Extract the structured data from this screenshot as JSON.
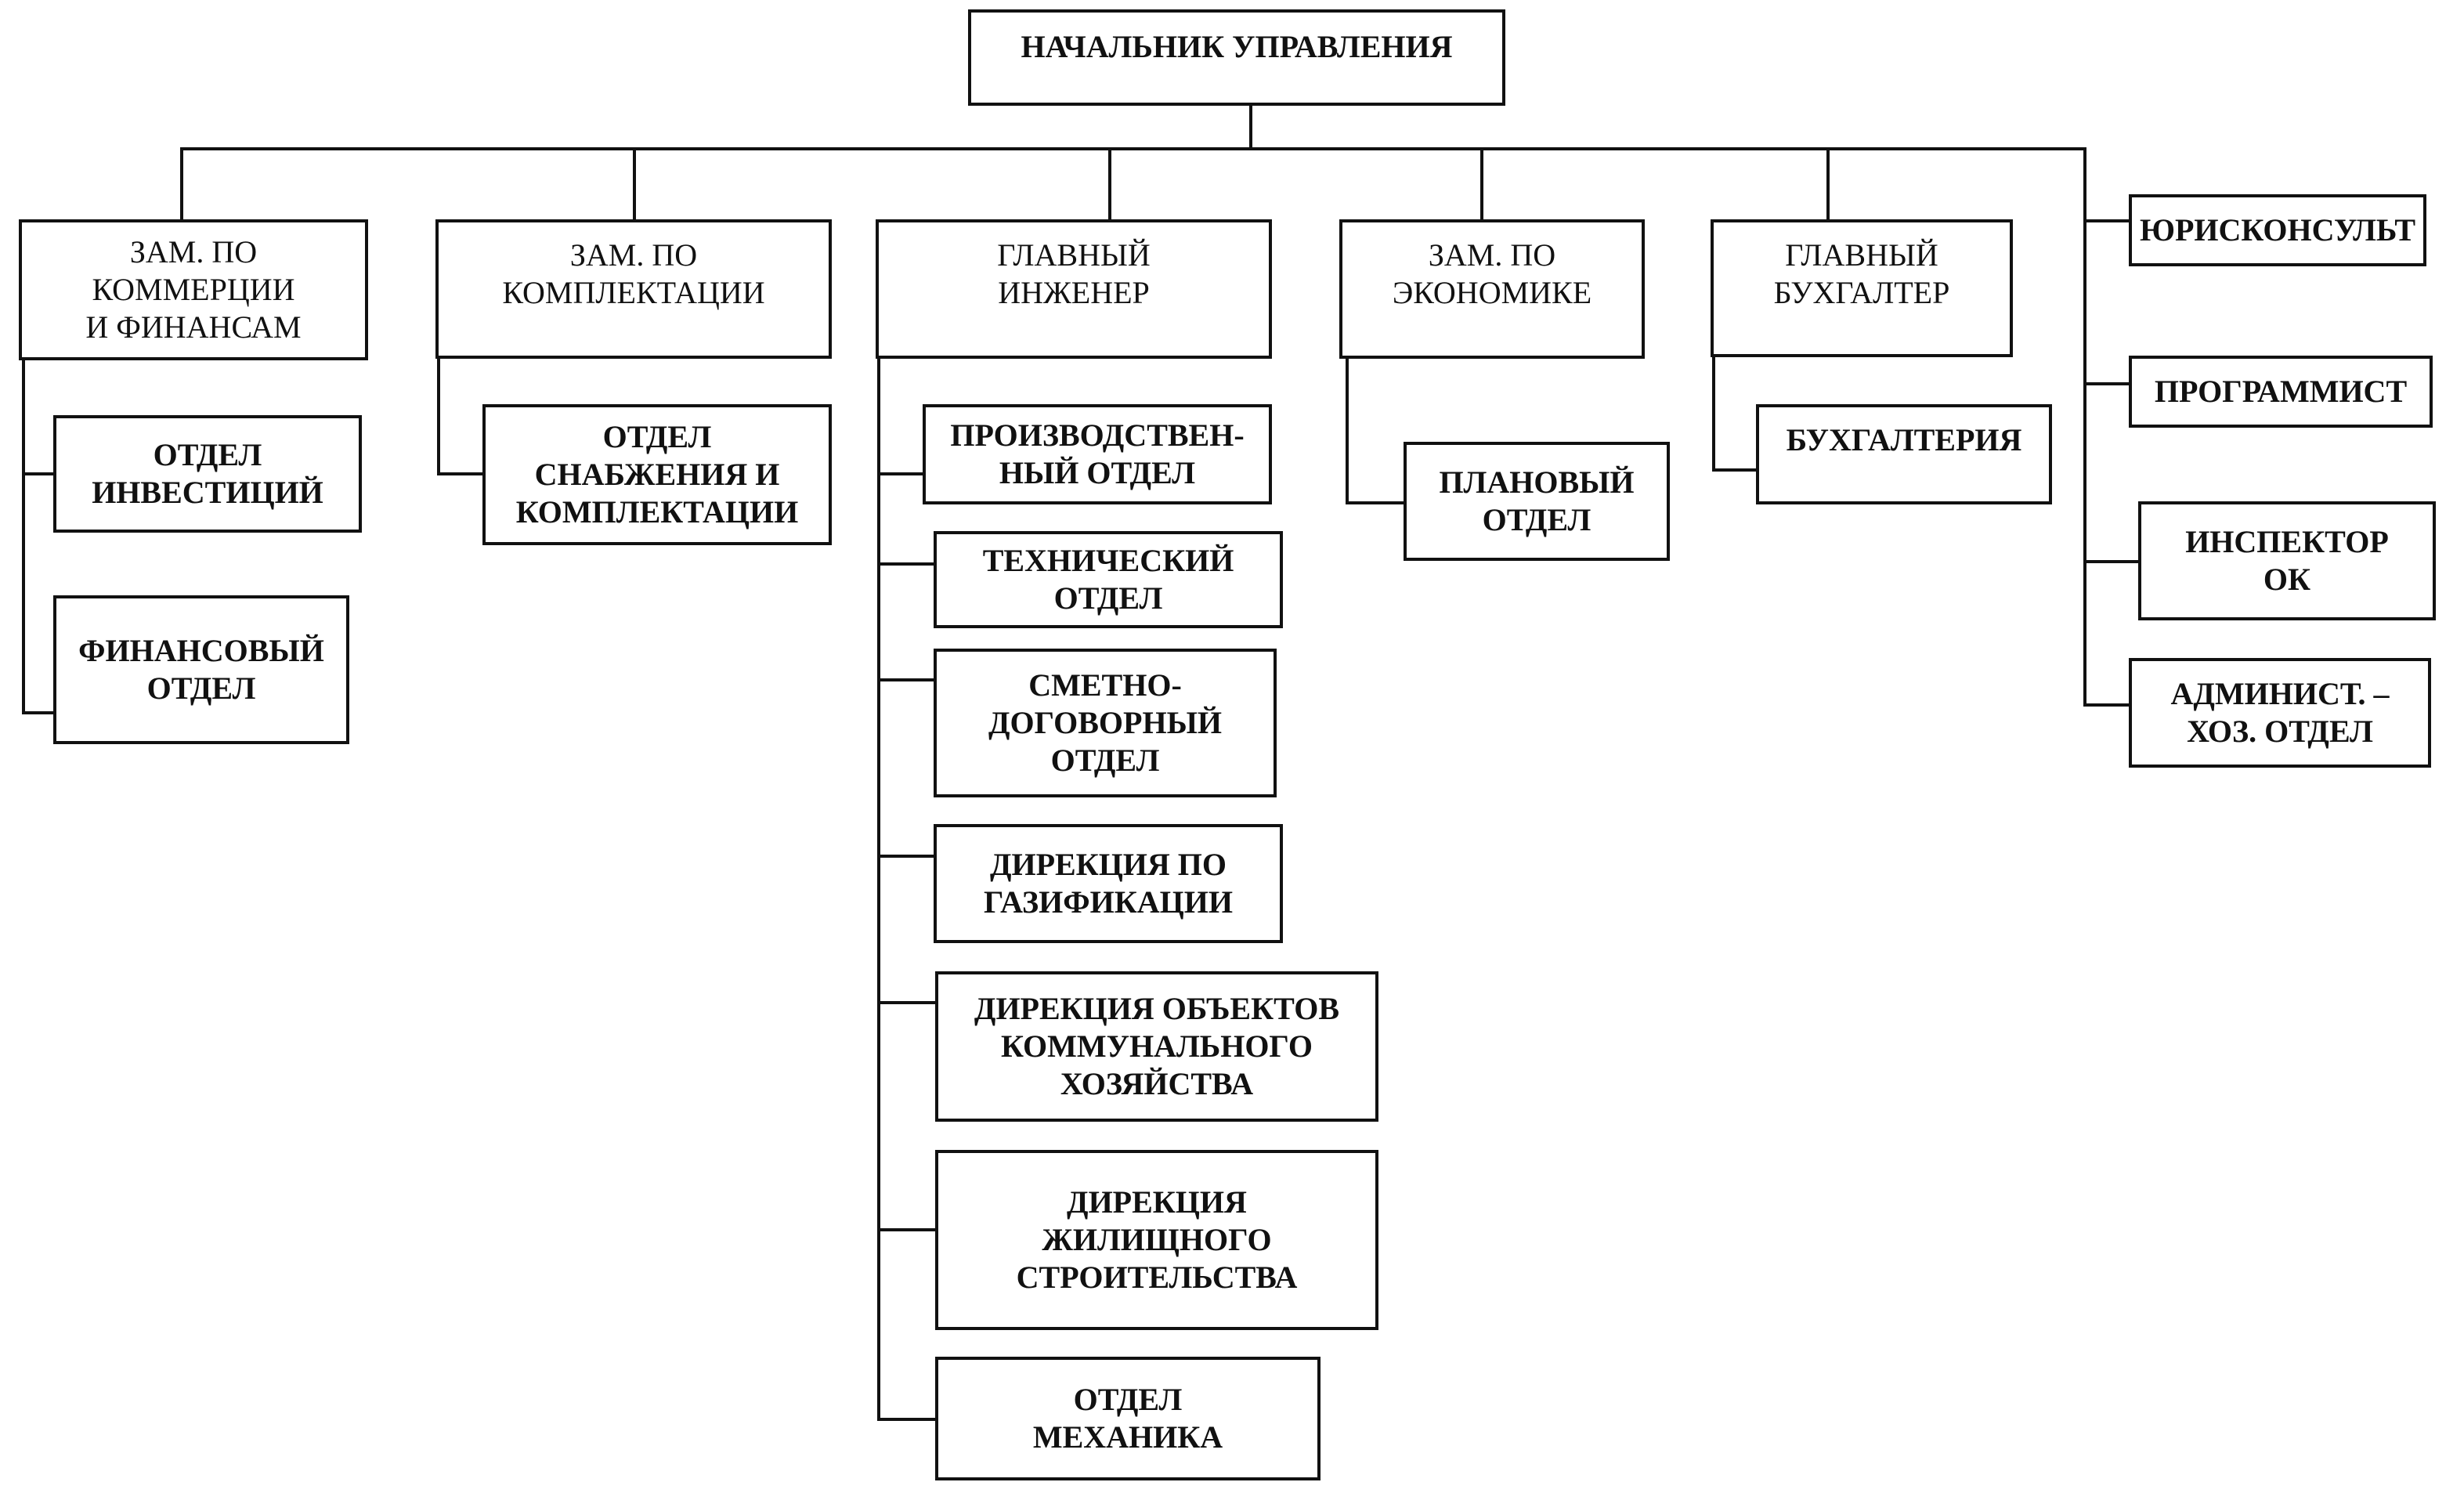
{
  "diagram": {
    "root": "НАЧАЛЬНИК УПРАВЛЕНИЯ",
    "branches": [
      {
        "head": "ЗАМ. ПО\nКОММЕРЦИИ\nИ ФИНАНСАМ",
        "children": [
          "ОТДЕЛ\nИНВЕСТИЦИЙ",
          "ФИНАНСОВЫЙ\nОТДЕЛ"
        ]
      },
      {
        "head": "ЗАМ. ПО\nКОМПЛЕКТАЦИИ",
        "children": [
          "ОТДЕЛ\nСНАБЖЕНИЯ И\nКОМПЛЕКТАЦИИ"
        ]
      },
      {
        "head": "ГЛАВНЫЙ\nИНЖЕНЕР",
        "children": [
          "ПРОИЗВОДСТВЕН-\nНЫЙ ОТДЕЛ",
          "ТЕХНИЧЕСКИЙ\nОТДЕЛ",
          "СМЕТНО-\nДОГОВОРНЫЙ\nОТДЕЛ",
          "ДИРЕКЦИЯ ПО\nГАЗИФИКАЦИИ",
          "ДИРЕКЦИЯ ОБЪЕКТОВ\nКОММУНАЛЬНОГО\nХОЗЯЙСТВА",
          "ДИРЕКЦИЯ\nЖИЛИЩНОГО\nСТРОИТЕЛЬСТВА",
          "ОТДЕЛ\nМЕХАНИКА"
        ]
      },
      {
        "head": "ЗАМ. ПО\nЭКОНОМИКЕ",
        "children": [
          "ПЛАНОВЫЙ\nОТДЕЛ"
        ]
      },
      {
        "head": "ГЛАВНЫЙ\nБУХГАЛТЕР",
        "children": [
          "БУХГАЛТЕРИЯ"
        ]
      }
    ],
    "direct_reports": [
      "ЮРИСКОНСУЛЬТ",
      "ПРОГРАММИСТ",
      "ИНСПЕКТОР\nОК",
      "АДМИНИСТ. –\nХОЗ. ОТДЕЛ"
    ]
  }
}
